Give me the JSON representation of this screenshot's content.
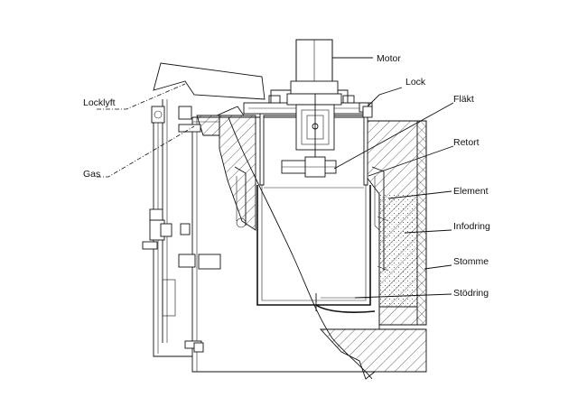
{
  "labels": {
    "motor": "Motor",
    "lock": "Lock",
    "flakt": "Fläkt",
    "retort": "Retort",
    "element": "Element",
    "infodring": "Infodring",
    "stomme": "Stomme",
    "stodring": "Stödring",
    "locklyft": "Locklyft",
    "gas": "Gas"
  }
}
